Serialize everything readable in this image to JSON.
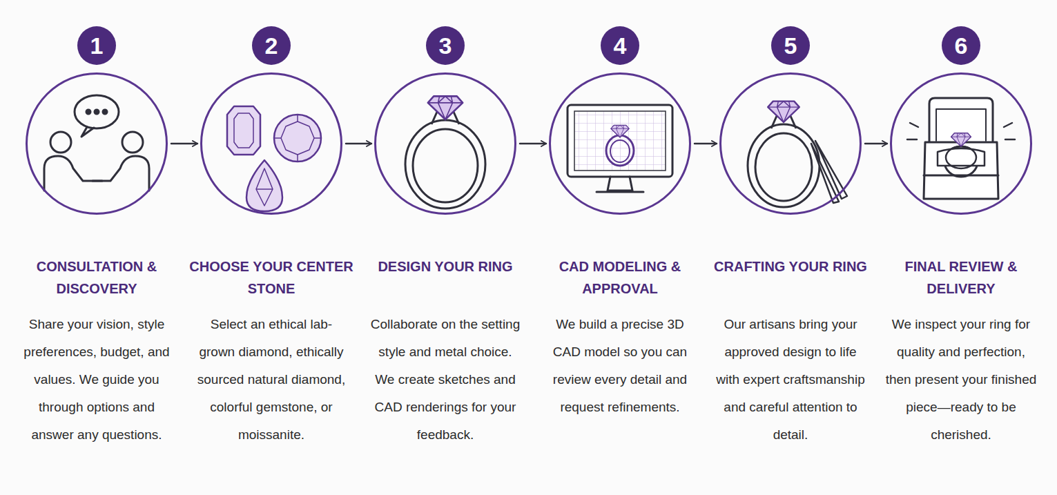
{
  "diagram": {
    "nodes": [
      {
        "text": [
          "1",
          "CONSULTATION & DISCOVERY",
          "Share your vision, style preferences, budget, and values. We guide you through options and answer any questions."
        ]
      },
      {
        "text": [
          "2",
          "CHOOSE YOUR CENTER STONE",
          "Select an ethical lab-grown diamond, ethically sourced natural diamond, colorful gemstone, or moissanite."
        ]
      },
      {
        "text": [
          "3",
          "DESIGN YOUR RING",
          "Collaborate on the setting style and metal choice. We create sketches and CAD renderings for your feedback."
        ]
      },
      {
        "text": [
          "4",
          "CAD MODELING & APPROVAL",
          "We build a precise 3D CAD model so you can review every detail and request refinements."
        ]
      },
      {
        "text": [
          "5",
          "CRAFTING YOUR RING",
          "Our artisans bring your approved design to life with expert craftsmanship and careful attention to detail."
        ]
      },
      {
        "text": [
          "6",
          "FINAL REVIEW & DELIVERY",
          "We inspect your ring for quality and perfection, then present your finished piece—ready to be cherished."
        ]
      }
    ],
    "edges": [
      {
        "from": 0,
        "to": 1,
        "arrow": "to"
      },
      {
        "from": 1,
        "to": 2,
        "arrow": "to"
      },
      {
        "from": 2,
        "to": 3,
        "arrow": "to"
      },
      {
        "from": 3,
        "to": 4,
        "arrow": "to"
      },
      {
        "from": 4,
        "to": 5,
        "arrow": "to"
      }
    ]
  }
}
